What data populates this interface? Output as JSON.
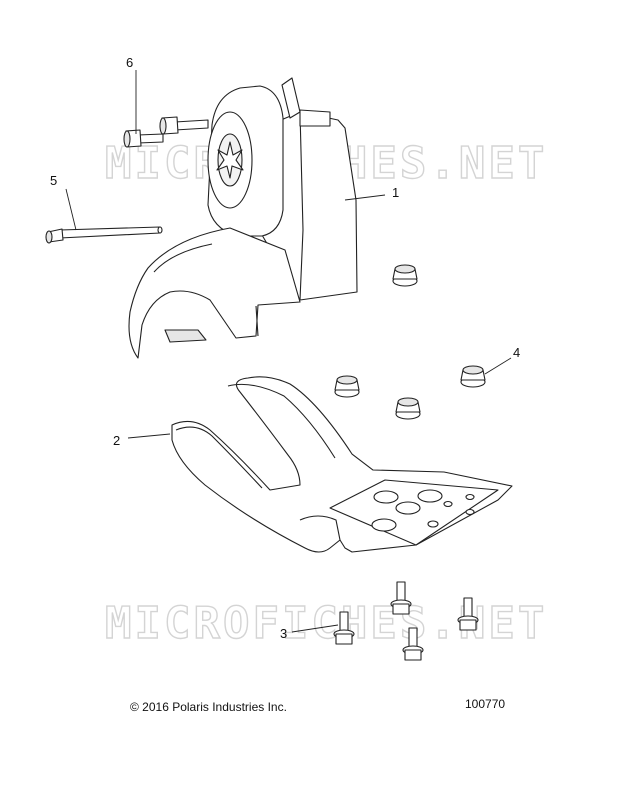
{
  "watermark": "MICROFICHES.NET",
  "callouts": {
    "c1": "1",
    "c2": "2",
    "c3": "3",
    "c4": "4",
    "c5": "5",
    "c6": "6"
  },
  "footer": {
    "copyright": "© 2016 Polaris Industries Inc.",
    "diagram_number": "100770"
  },
  "colors": {
    "line": "#222222",
    "part_fill": "#ffffff",
    "shade": "#e6e6e6",
    "watermark": "#d4d4d4"
  }
}
